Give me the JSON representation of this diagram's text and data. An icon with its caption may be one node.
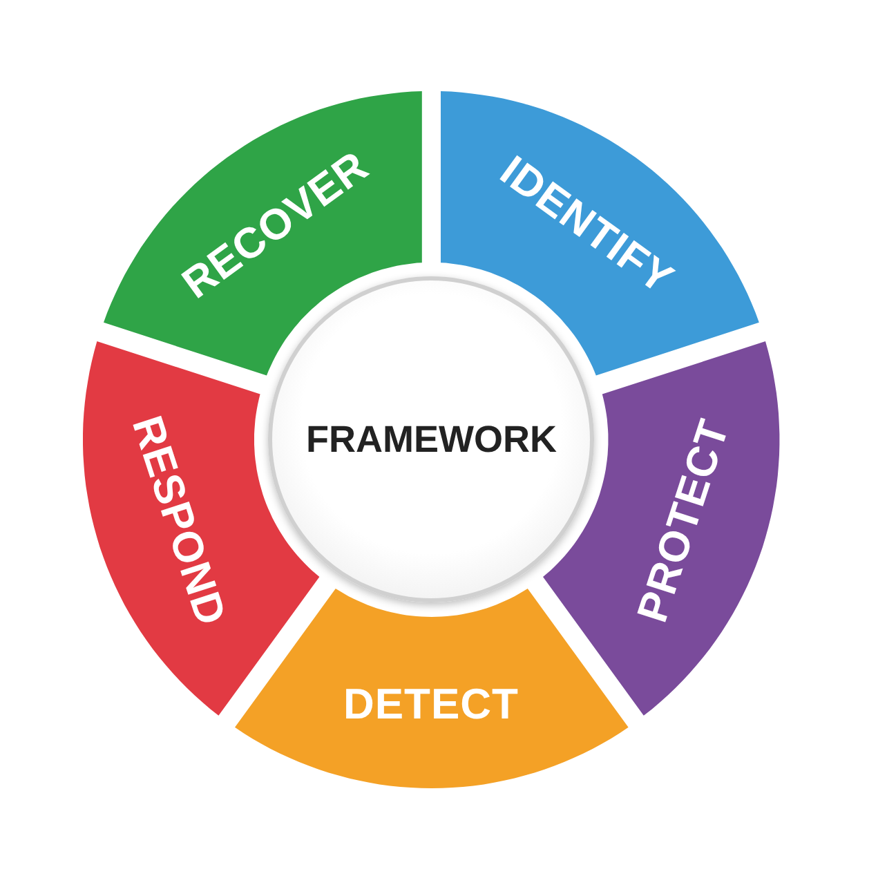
{
  "diagram": {
    "nodes": [
      {
        "text": [
          "FRAMEWORK"
        ]
      },
      {
        "text": [
          "IDENTIFY"
        ]
      },
      {
        "text": [
          "PROTECT"
        ]
      },
      {
        "text": [
          "DETECT"
        ]
      },
      {
        "text": [
          "RESPOND"
        ]
      },
      {
        "text": [
          "RECOVER"
        ]
      }
    ]
  }
}
